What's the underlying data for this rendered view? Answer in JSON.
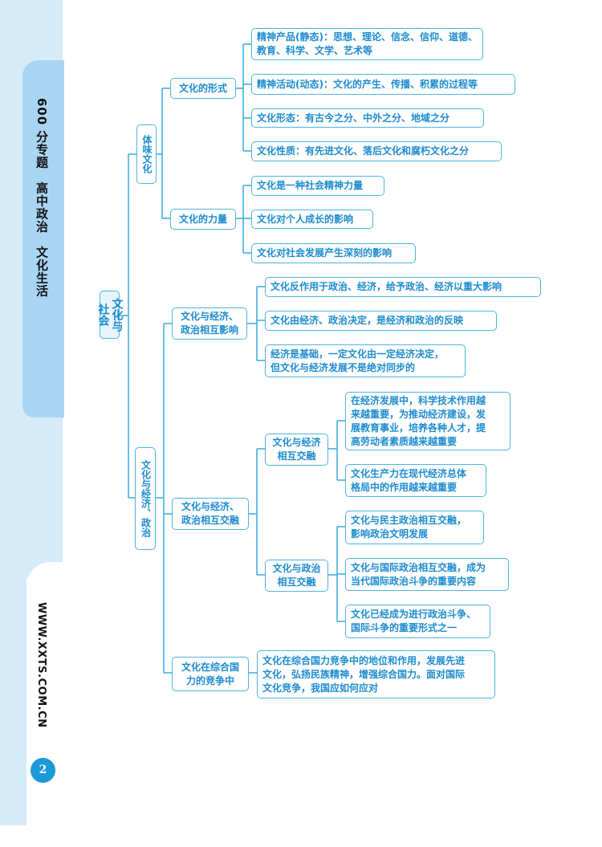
{
  "sidebar": {
    "book_title": "600 分专题　高中政治　文化生活",
    "website": "WWW.XXTS.COM.CN",
    "page_number": "2"
  },
  "colors": {
    "node_border": "#4fb3e3",
    "node_text": "#1d8ccf",
    "sidebar_light": "#d6eaf8",
    "sidebar_tab": "#a9d5f2",
    "page_badge": "#1a9ad8"
  },
  "map": {
    "root": "文化与社会",
    "b1": {
      "label": "体味文化",
      "form": {
        "label": "文化的形式",
        "items": [
          "精神产品(静态)：思想、理论、信念、信仰、道德、\n教育、科学、文学、艺术等",
          "精神活动(动态)：文化的产生、传播、积累的过程等",
          "文化形态：有古今之分、中外之分、地域之分",
          "文化性质：有先进文化、落后文化和腐朽文化之分"
        ]
      },
      "power": {
        "label": "文化的力量",
        "items": [
          "文化是一种社会精神力量",
          "文化对个人成长的影响",
          "文化对社会发展产生深刻的影响"
        ]
      }
    },
    "b2": {
      "label": "文化与经济、政治",
      "influence": {
        "label": "文化与经济、\n政治相互影响",
        "items": [
          "文化反作用于政治、经济，给予政治、经济以重大影响",
          "文化由经济、政治决定，是经济和政治的反映",
          "经济是基础，一定文化由一定经济决定，\n但文化与经济发展不是绝对同步的"
        ]
      },
      "blend": {
        "label": "文化与经济、\n政治相互交融",
        "econ": {
          "label": "文化与经济\n相互交融",
          "items": [
            "在经济发展中，科学技术作用越\n来越重要，为推动经济建设，发\n展教育事业，培养各种人才，提\n高劳动者素质越来越重要",
            "文化生产力在现代经济总体\n格局中的作用越来越重要"
          ]
        },
        "pol": {
          "label": "文化与政治\n相互交融",
          "items": [
            "文化与民主政治相互交融，\n影响政治文明发展",
            "文化与国际政治相互交融，成为\n当代国际政治斗争的重要内容",
            "文化已经成为进行政治斗争、\n国际斗争的重要形式之一"
          ]
        }
      },
      "compete": {
        "label": "文化在综合国\n力的竞争中",
        "items": [
          "文化在综合国力竞争中的地位和作用，发展先进\n文化，弘扬民族精神，增强综合国力。面对国际\n文化竞争，我国应如何应对"
        ]
      }
    }
  }
}
